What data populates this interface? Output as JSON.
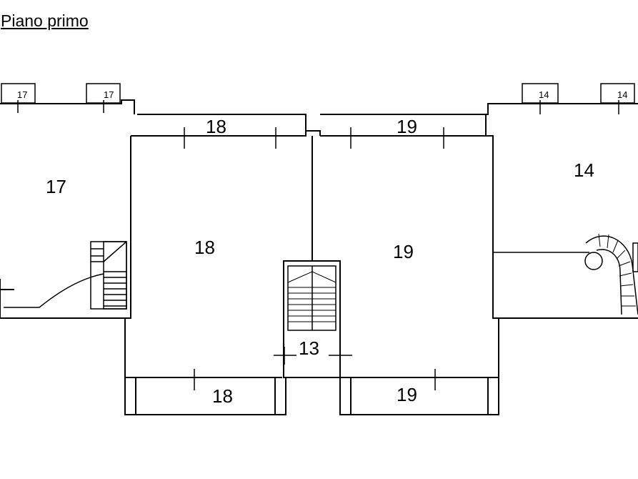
{
  "title": "Piano primo",
  "rooms": {
    "room_17": "17",
    "room_18": "18",
    "room_19": "19",
    "room_14": "14",
    "stair_13": "13"
  },
  "balconies": {
    "front_18": "18",
    "front_19": "19",
    "back_18": "18",
    "back_19": "19"
  },
  "window_tags": {
    "left_1": "17",
    "left_2": "17",
    "right_1": "14",
    "right_2": "14"
  }
}
